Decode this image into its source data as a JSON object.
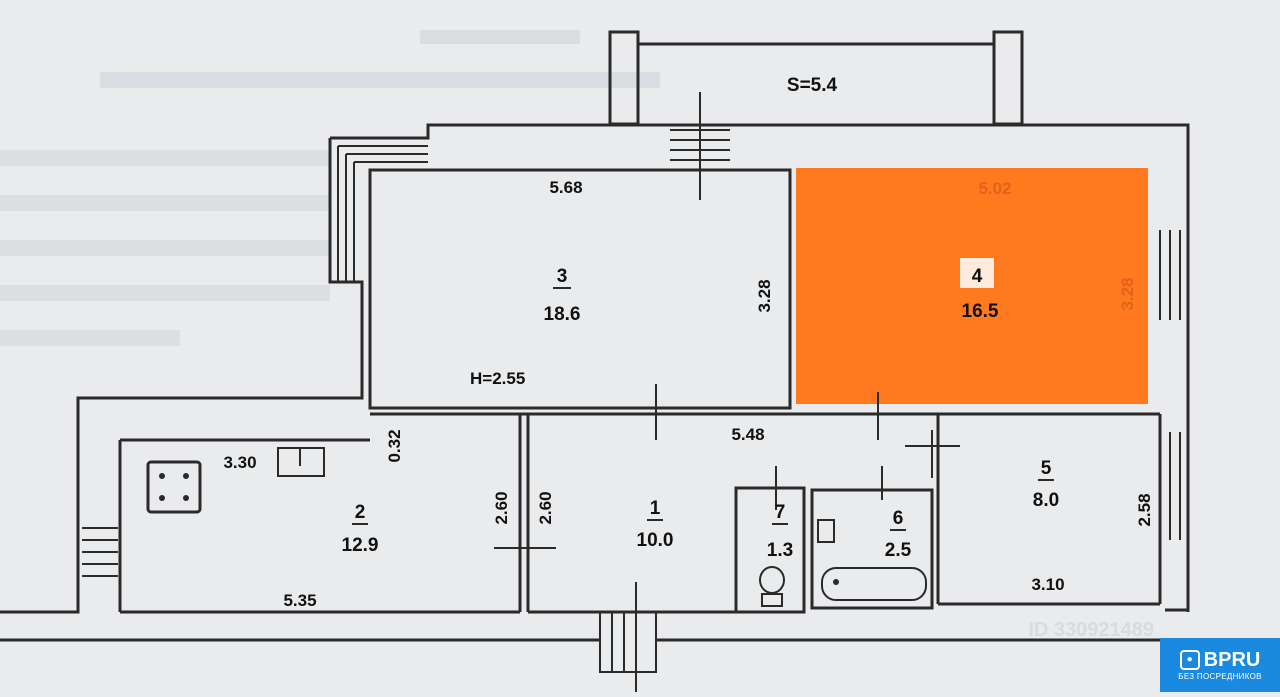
{
  "plan": {
    "balcony_area": "S=5.4",
    "ceiling_height": "H=2.55",
    "rooms": [
      {
        "number": "1",
        "area": "10.0"
      },
      {
        "number": "2",
        "area": "12.9"
      },
      {
        "number": "3",
        "area": "18.6"
      },
      {
        "number": "4",
        "area": "16.5",
        "highlight_color": "#ff7a1f"
      },
      {
        "number": "5",
        "area": "8.0"
      },
      {
        "number": "6",
        "area": "2.5"
      },
      {
        "number": "7",
        "area": "1.3"
      }
    ],
    "dimensions": {
      "room3_width": "5.68",
      "room3_height": "3.28",
      "room4_width": "5.02",
      "room4_height": "3.28",
      "corridor_width": "5.48",
      "room2_top": "3.30",
      "room2_wall": "0.32",
      "room2_height": "2.60",
      "room1_height": "2.60",
      "room2_bottom": "5.35",
      "room5_height": "2.58",
      "room5_bottom": "3.10"
    },
    "watermark_id": "ID 330921489"
  },
  "logo": {
    "name": "BPRU",
    "tagline": "БЕЗ ПОСРЕДНИКОВ",
    "color": "#1a8ae0"
  }
}
